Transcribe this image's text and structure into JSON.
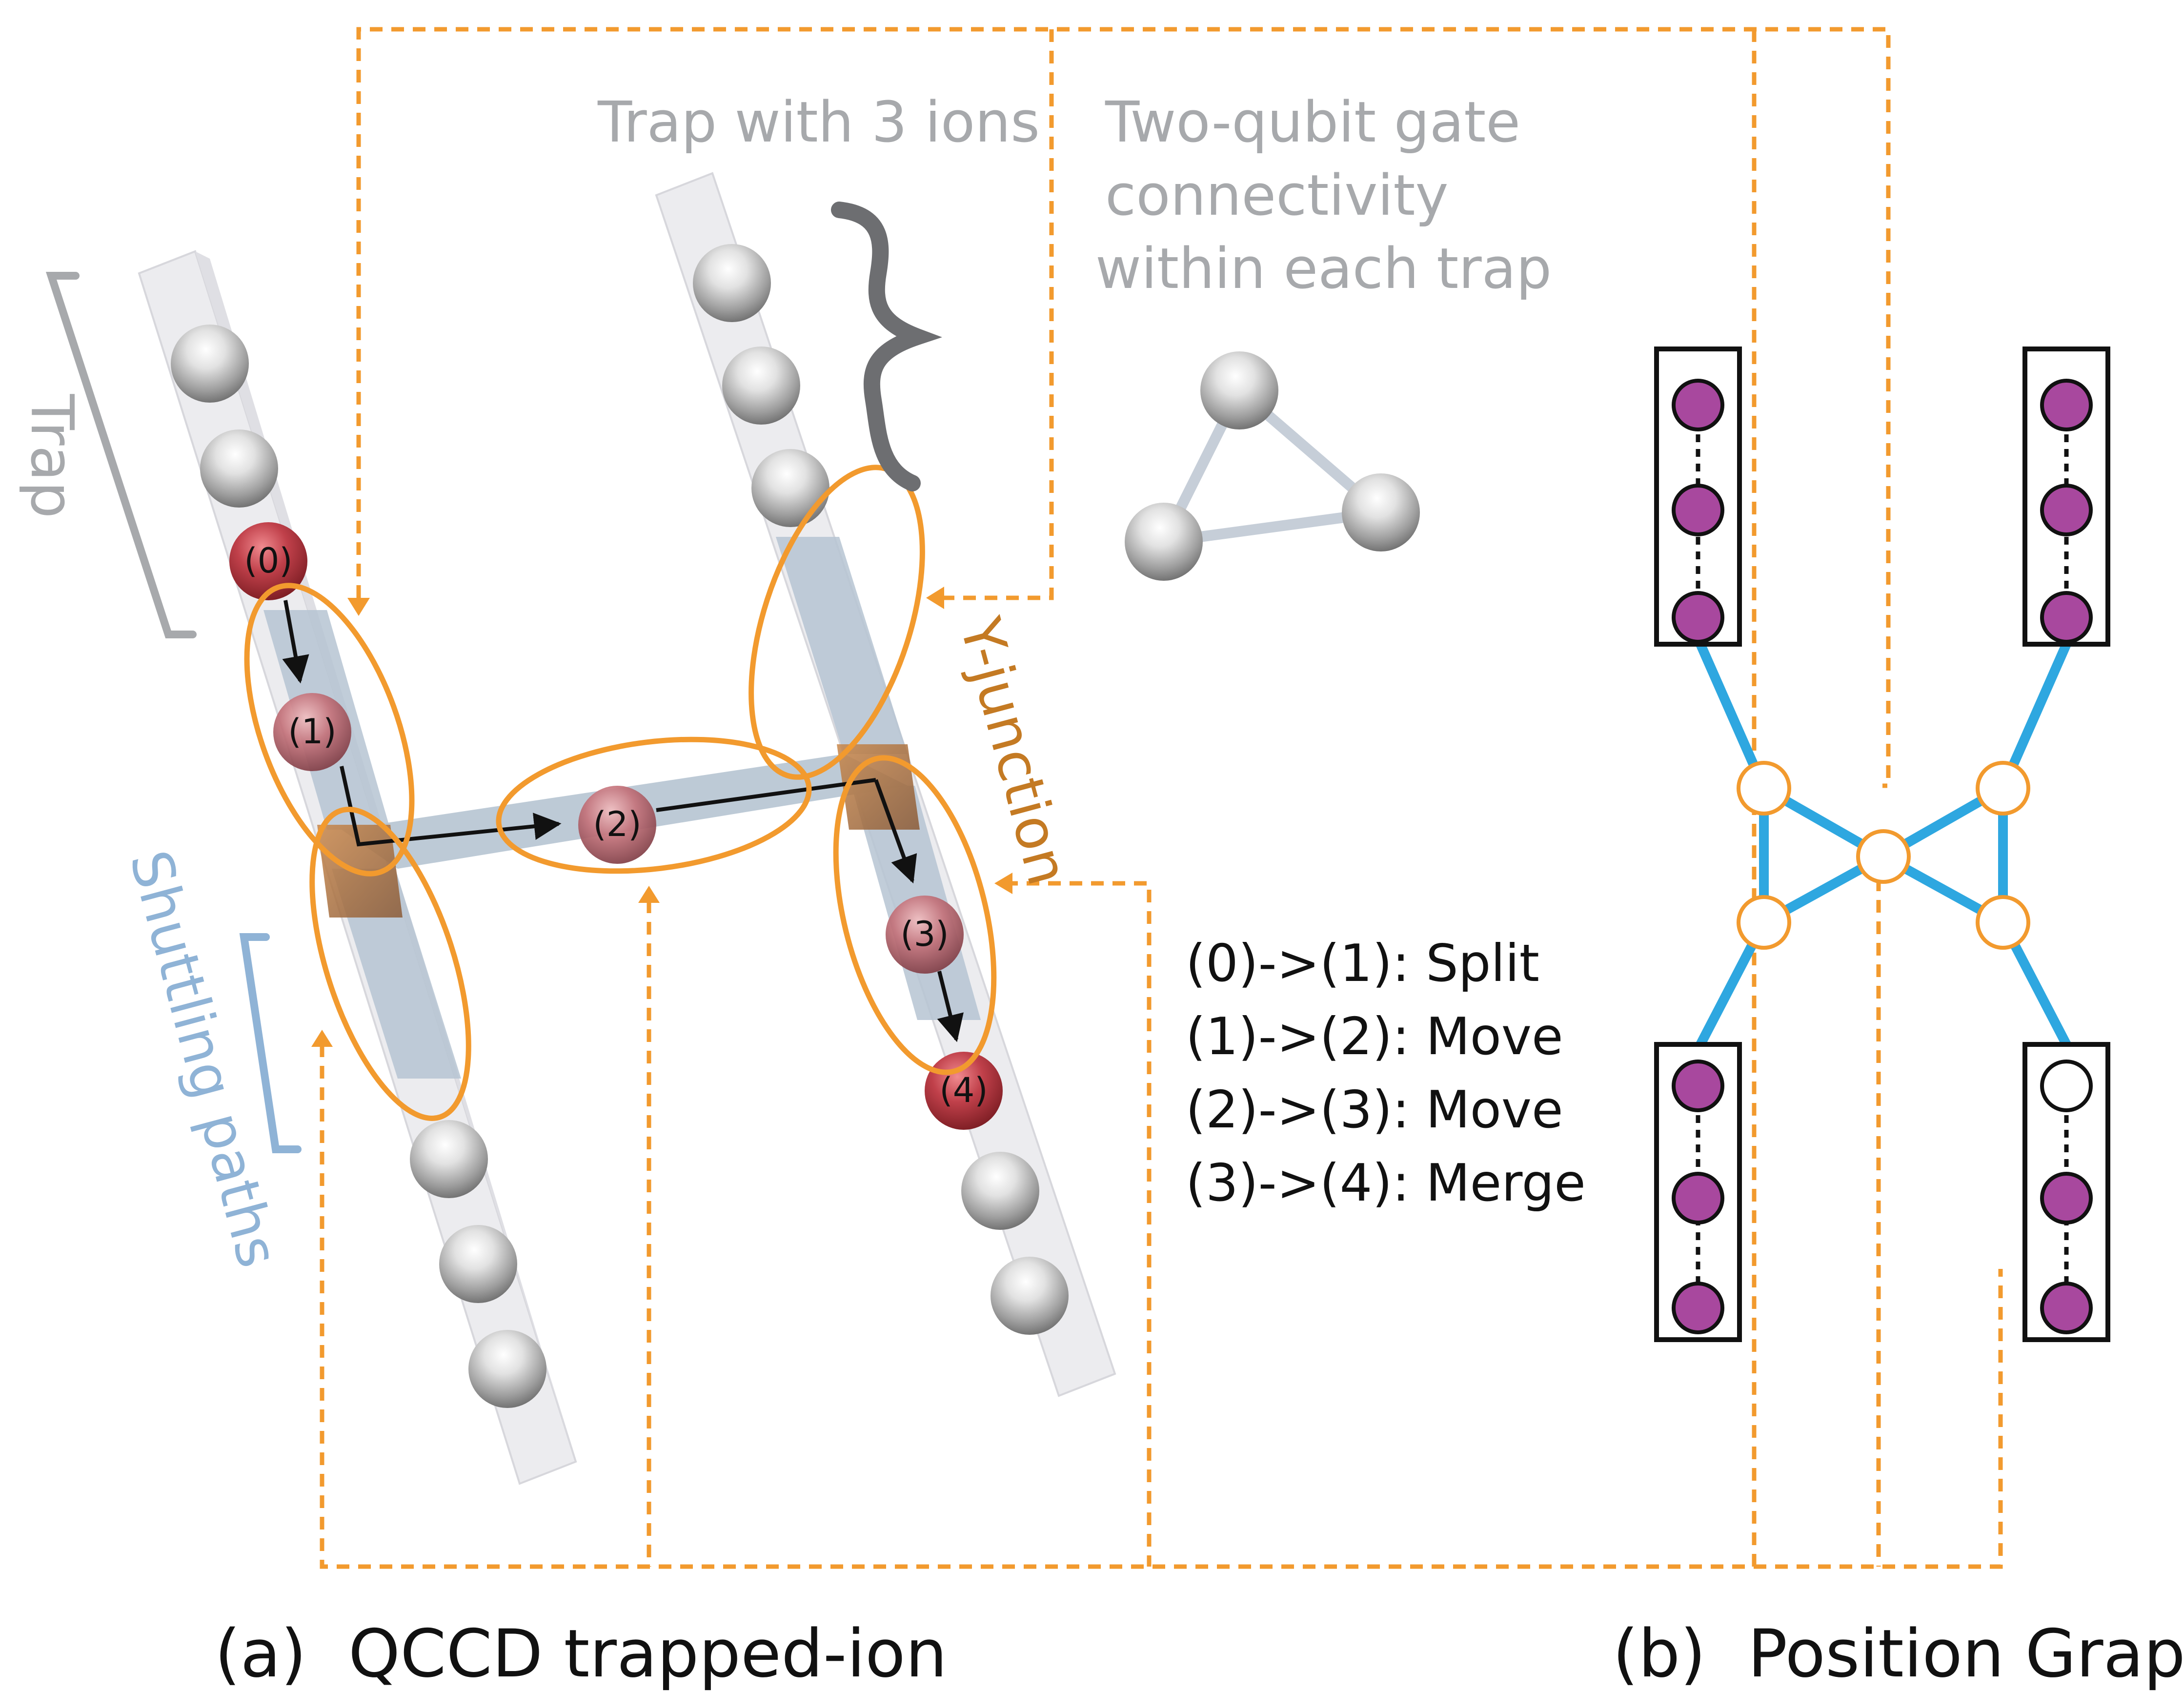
{
  "labels": {
    "trap": "Trap",
    "trap_with_ions": "Trap with 3 ions",
    "connectivity_line1": "Two-qubit gate",
    "connectivity_line2": "connectivity",
    "connectivity_line3": "within each trap",
    "y_junction": "Y-junction",
    "shuttling_paths": "Shuttling paths",
    "caption_a": "(a)  QCCD trapped-ion",
    "caption_b": "(b)  Position Graph"
  },
  "ion_markers": [
    "(0)",
    "(1)",
    "(2)",
    "(3)",
    "(4)"
  ],
  "operations": [
    "(0)->(1): Split",
    "(1)->(2): Move",
    "(2)->(3): Move",
    "(3)->(4): Merge"
  ],
  "position_graph": {
    "traps": [
      {
        "name": "top-left",
        "ions": [
          "filled",
          "filled",
          "filled"
        ]
      },
      {
        "name": "top-right",
        "ions": [
          "filled",
          "filled",
          "filled"
        ]
      },
      {
        "name": "bottom-left",
        "ions": [
          "filled",
          "filled",
          "filled"
        ]
      },
      {
        "name": "bottom-right",
        "ions": [
          "empty",
          "filled",
          "filled"
        ]
      }
    ],
    "junction_nodes": 5
  },
  "colors": {
    "orange": "#f29a2e",
    "gray_text": "#a7a9ac",
    "blue_text": "#8fb3d6",
    "y_junction_text": "#c47a23",
    "graph_edge": "#2ea7e0",
    "ion_purple": "#a8489e",
    "ion_red": "#b0323c"
  }
}
